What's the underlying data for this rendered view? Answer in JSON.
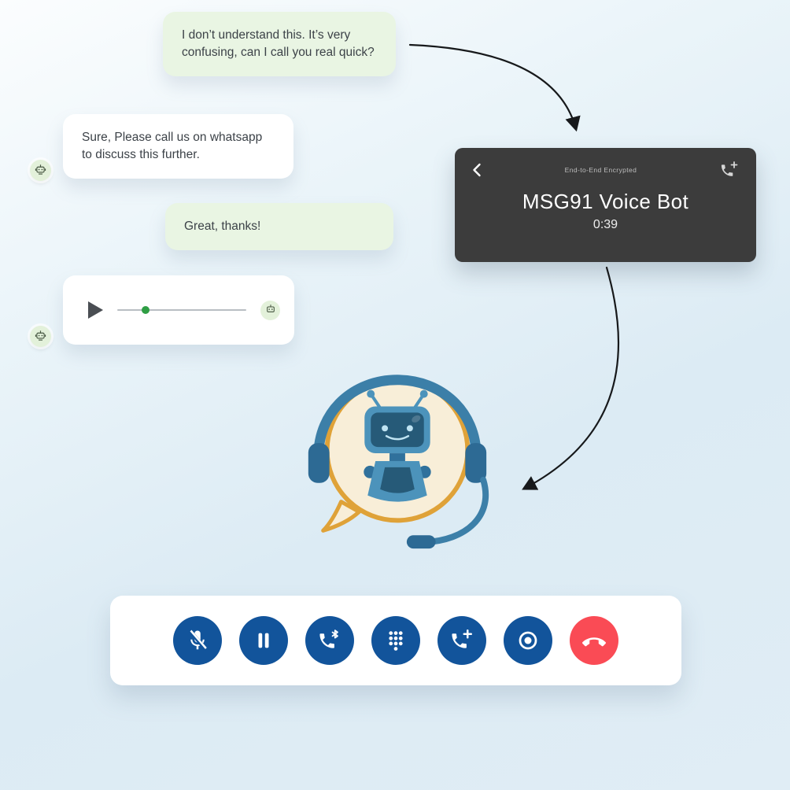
{
  "page": {
    "background_top": "#fbfdfe",
    "background_bottom": "#dcebf4"
  },
  "chat": {
    "bubble_colors": {
      "outgoing": "#e9f5e3",
      "incoming": "#ffffff"
    },
    "messages": [
      {
        "side": "outgoing",
        "text": "I don’t understand this. It’s very confusing, can I call you real quick?"
      },
      {
        "side": "incoming",
        "text": "Sure, Please call us on whatsapp to discuss this further."
      },
      {
        "side": "outgoing",
        "text": "Great, thanks!"
      }
    ],
    "avatar_icon": "bot-icon",
    "audio_message": {
      "play_icon": "play-icon",
      "progress_percent": 22,
      "dot_color": "#2f9e44",
      "avatar_icon": "bot-icon"
    }
  },
  "call_screen": {
    "back_icon": "chevron-left-icon",
    "encryption_label": "End-to-End Encrypted",
    "add_call_icon": "phone-add-icon",
    "title": "MSG91 Voice Bot",
    "timer": "0:39",
    "bg_color": "#3c3c3c"
  },
  "call_controls": {
    "button_color": "#12549b",
    "end_button_color": "#fa4b55",
    "buttons": [
      {
        "name": "mute-button",
        "icon": "mic-off-icon"
      },
      {
        "name": "pause-button",
        "icon": "pause-icon"
      },
      {
        "name": "bluetooth-audio-button",
        "icon": "phone-bluetooth-icon"
      },
      {
        "name": "dialpad-button",
        "icon": "dialpad-icon"
      },
      {
        "name": "add-call-button",
        "icon": "phone-add-icon"
      },
      {
        "name": "record-button",
        "icon": "record-icon"
      },
      {
        "name": "end-call-button",
        "icon": "call-end-icon"
      }
    ]
  }
}
